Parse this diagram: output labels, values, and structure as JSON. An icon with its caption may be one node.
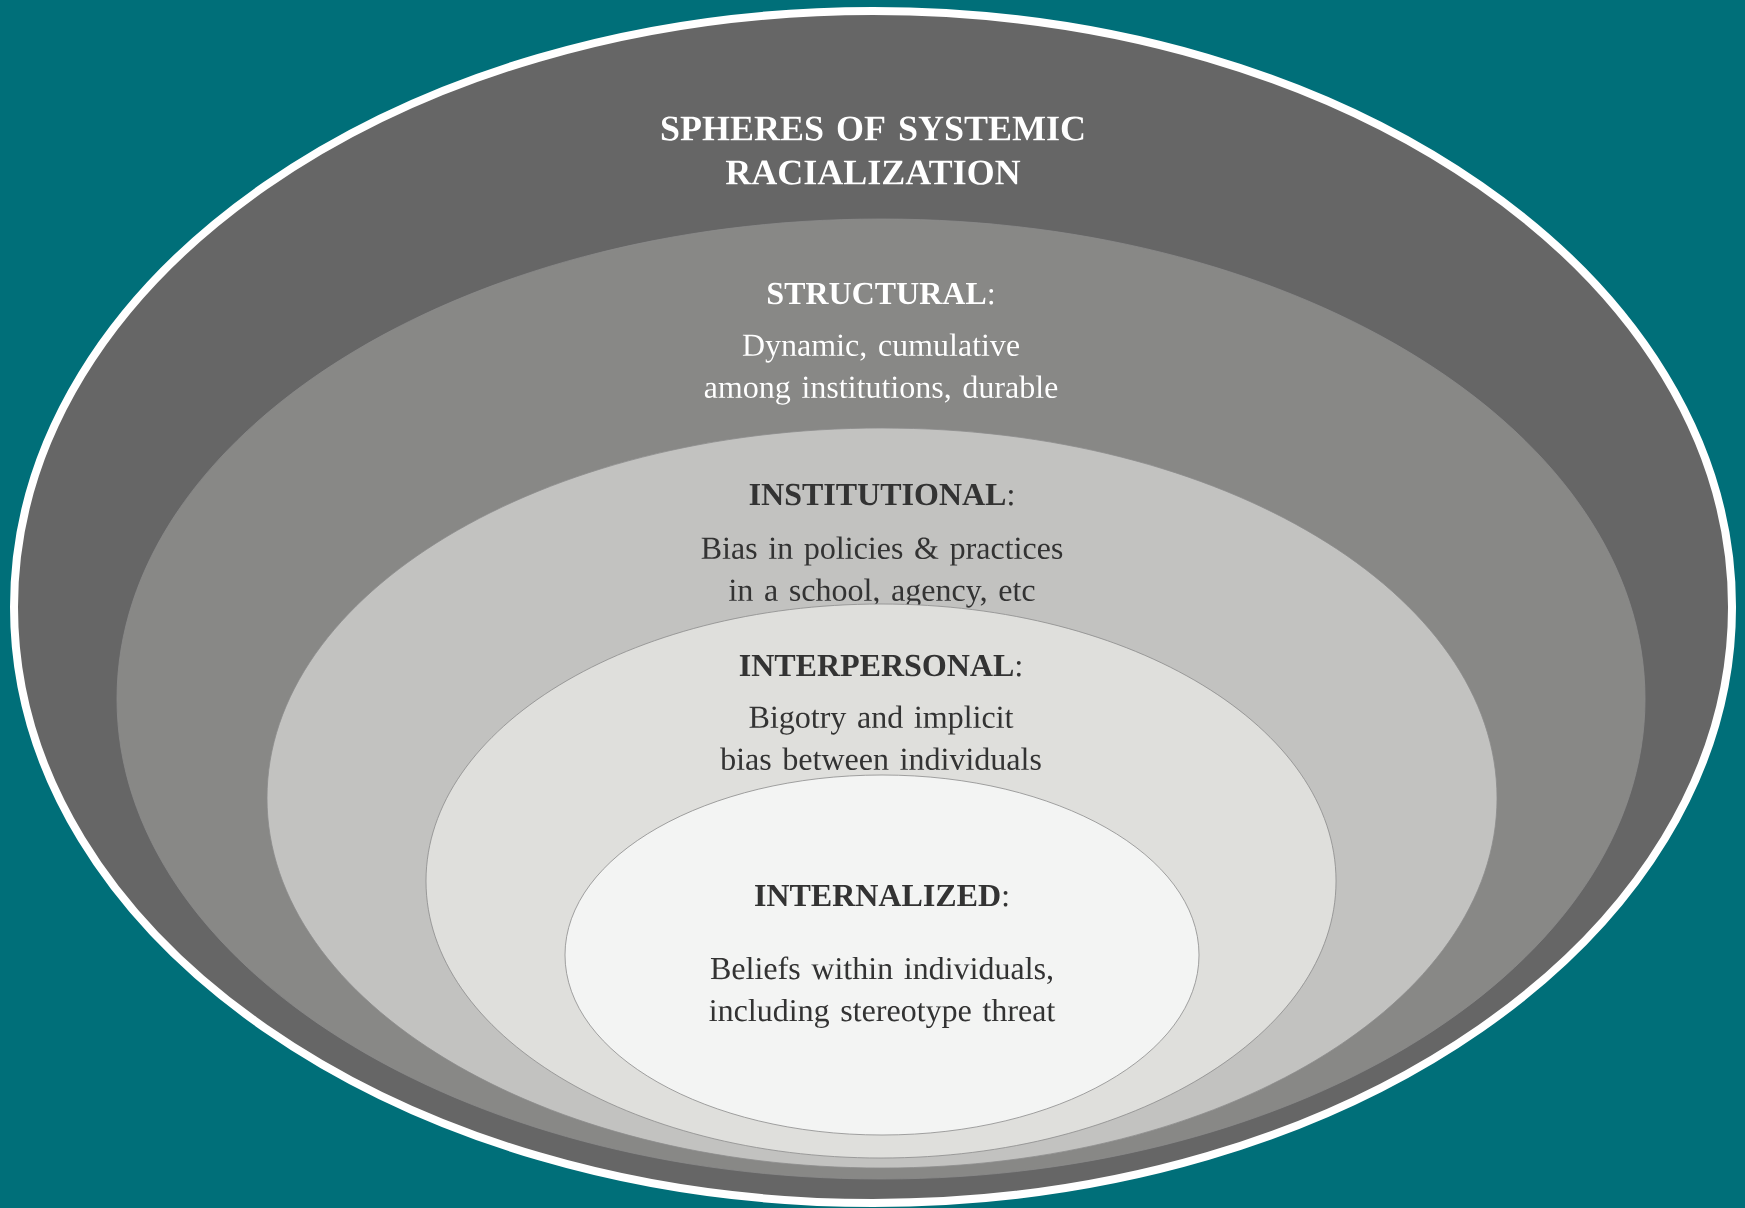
{
  "diagram": {
    "nodes": [
      {
        "text": [
          "SPHERES OF SYSTEMIC RACIALIZATION"
        ]
      },
      {
        "text": [
          "**STRUCTURAL**:",
          "Dynamic, cumulative among institutions, durable"
        ],
        "in": 0
      },
      {
        "text": [
          "**INSTITUTIONAL**:",
          "Bias in policies & practices in a school, agency, etc"
        ],
        "in": 1
      },
      {
        "text": [
          "**INTERPERSONAL**:",
          "Bigotry and implicit bias between individuals"
        ],
        "in": 2
      },
      {
        "text": [
          "**INTERNALIZED**:",
          "Beliefs within individuals, including stereotype threat"
        ],
        "in": 3
      }
    ]
  }
}
